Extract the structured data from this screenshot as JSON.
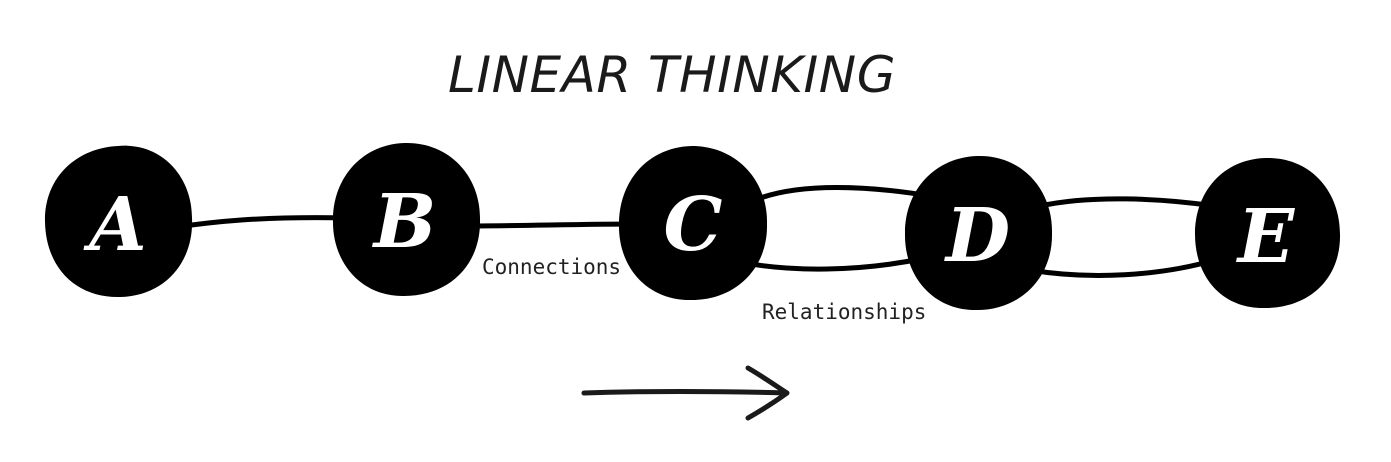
{
  "title": "LINEAR THINKING",
  "nodes": [
    {
      "id": "a",
      "label": "A"
    },
    {
      "id": "b",
      "label": "B"
    },
    {
      "id": "c",
      "label": "C"
    },
    {
      "id": "d",
      "label": "D"
    },
    {
      "id": "e",
      "label": "E"
    }
  ],
  "edges": [
    {
      "from": "A",
      "to": "B",
      "lines": 1
    },
    {
      "from": "B",
      "to": "C",
      "lines": 1
    },
    {
      "from": "C",
      "to": "D",
      "lines": 2
    },
    {
      "from": "D",
      "to": "E",
      "lines": 2
    }
  ],
  "labels": {
    "connections": "Connections",
    "relationships": "Relationships"
  },
  "colors": {
    "background": "#ffffff",
    "node_fill": "#000000",
    "node_text": "#ffffff",
    "ink": "#1a1a1a"
  },
  "arrow_direction": "right"
}
